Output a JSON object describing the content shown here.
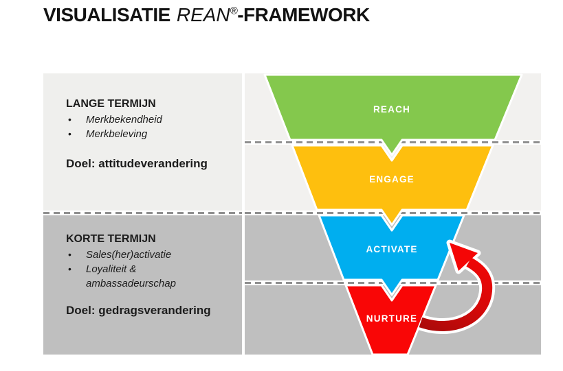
{
  "title": {
    "full_text": "VISUALISATIE REAN®-FRAMEWORK",
    "bold_lead": "VISUALISATIE",
    "italic_brand": "REAN",
    "registered_mark": "®",
    "bold_tail": "-FRAMEWORK"
  },
  "left_panels": {
    "lange_termijn": {
      "heading": "LANGE TERMIJN",
      "bullets": [
        "Merkbekendheid",
        "Merkbeleving"
      ],
      "goal": "Doel: attitudeverandering"
    },
    "korte_termijn": {
      "heading": "KORTE TERMIJN",
      "bullets": [
        "Sales(her)activatie",
        "Loyaliteit &\nambassadeurschap"
      ],
      "goal": "Doel: gedragsverandering"
    }
  },
  "funnel": {
    "stages": [
      {
        "label": "REACH",
        "color": "#84C84D"
      },
      {
        "label": "ENGAGE",
        "color": "#FEBF0E"
      },
      {
        "label": "ACTIVATE",
        "color": "#00AEEF"
      },
      {
        "label": "NURTURE",
        "color": "#F90606"
      }
    ],
    "loop_arrow": {
      "icon": "curved-loop-arrow-icon",
      "from_stage": "NURTURE",
      "to_stage": "ACTIVATE",
      "color_start": "#9E0B0B",
      "color_mid": "#D50909",
      "color_end": "#F40606",
      "outline": "#FFFFFF"
    }
  },
  "colors": {
    "background": "#FFFFFF",
    "band_light": "#F2F1EF",
    "band_dark": "#BFBFBF",
    "dash_line": "#8F8F8F",
    "stage_label_text": "#FFFFFF",
    "title_text": "#121212",
    "body_text": "#1C1C1C"
  }
}
